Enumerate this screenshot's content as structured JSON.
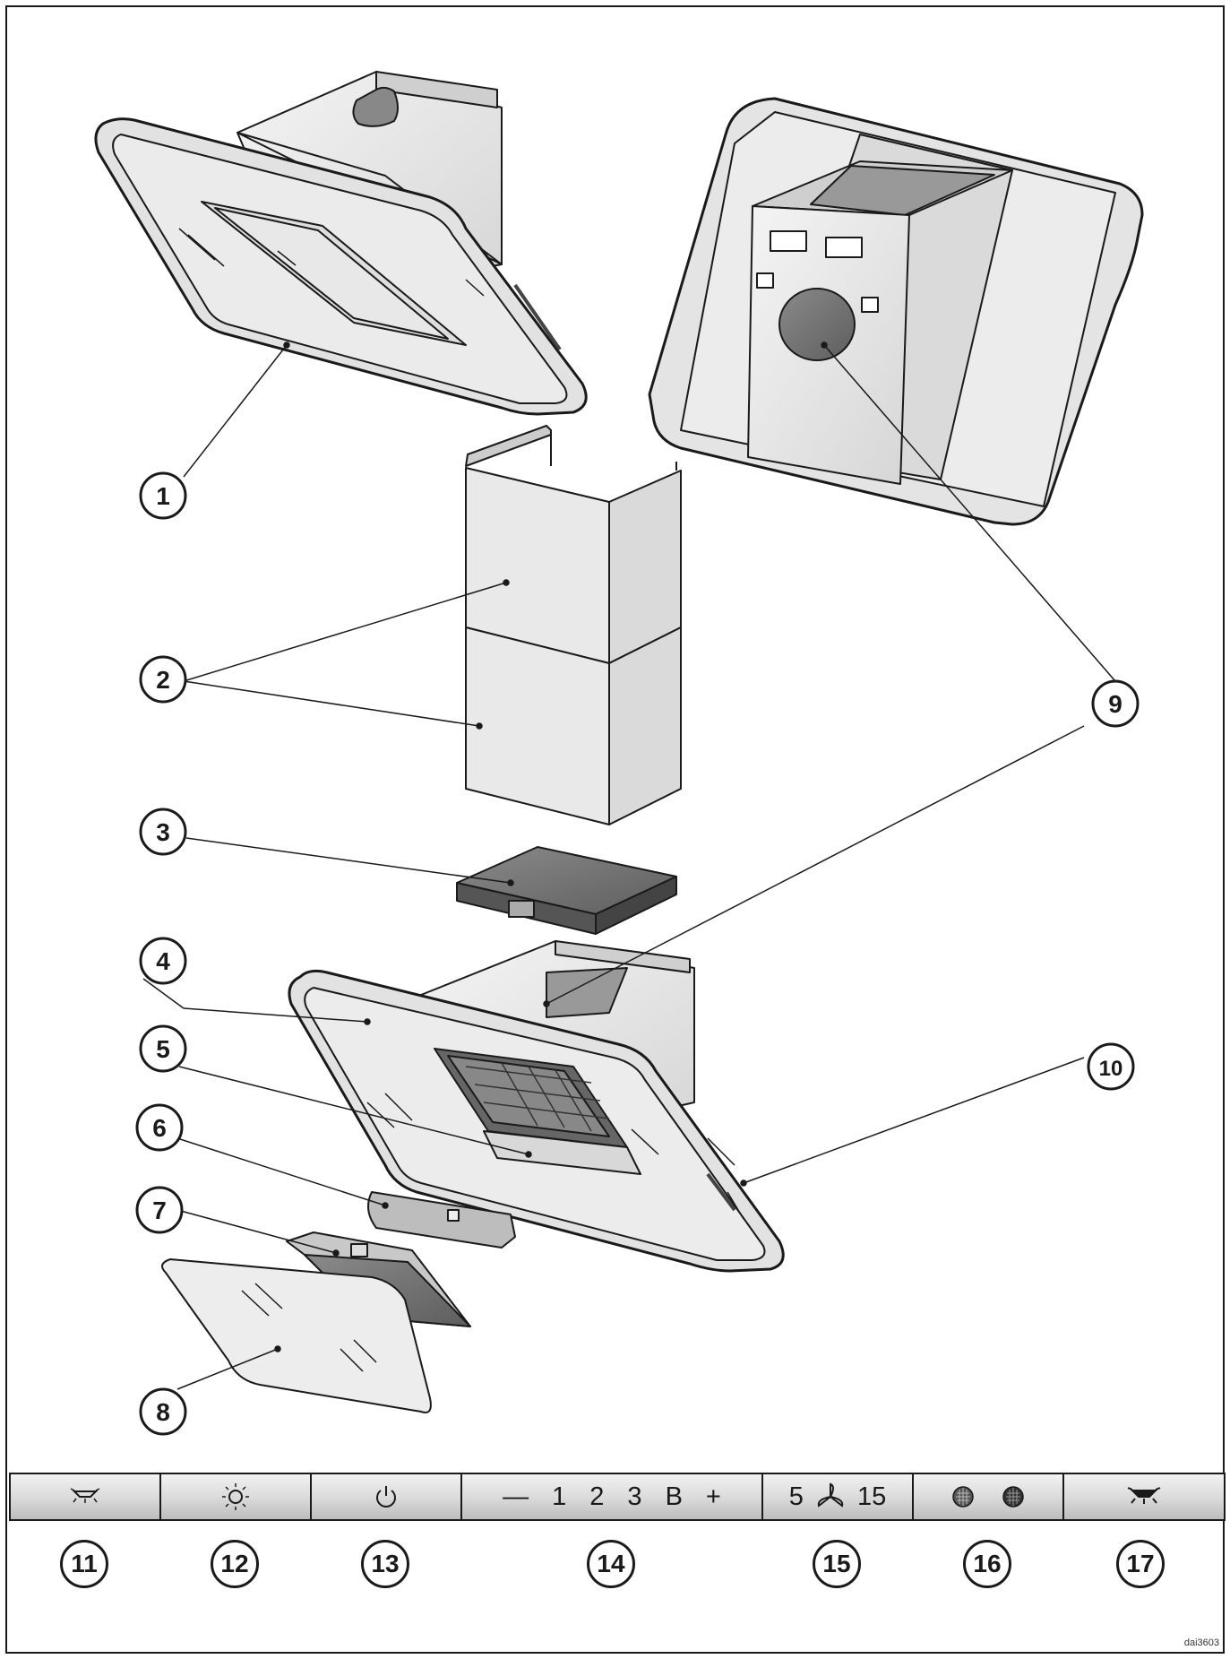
{
  "callouts": [
    "1",
    "2",
    "3",
    "4",
    "5",
    "6",
    "7",
    "8",
    "9",
    "10"
  ],
  "panel": {
    "buttons": [
      {
        "name": "downlight-dim-button",
        "icon": "downlight-dim-icon",
        "labels": []
      },
      {
        "name": "light-button",
        "icon": "sun-icon",
        "labels": []
      },
      {
        "name": "power-button",
        "icon": "power-icon",
        "labels": []
      },
      {
        "name": "fan-speed-controls",
        "icon": "",
        "labels": [
          "—",
          "1",
          "2",
          "3",
          "B",
          "+"
        ]
      },
      {
        "name": "run-on-timer-button",
        "icon": "fan-icon",
        "labels": [
          "5",
          "15"
        ]
      },
      {
        "name": "filter-indicator",
        "icon": "filter-dots-icon",
        "labels": []
      },
      {
        "name": "downlight-bright-button",
        "icon": "downlight-bright-icon",
        "labels": []
      }
    ],
    "numbers": [
      "11",
      "12",
      "13",
      "14",
      "15",
      "16",
      "17"
    ]
  },
  "figure_code": "dai3603"
}
